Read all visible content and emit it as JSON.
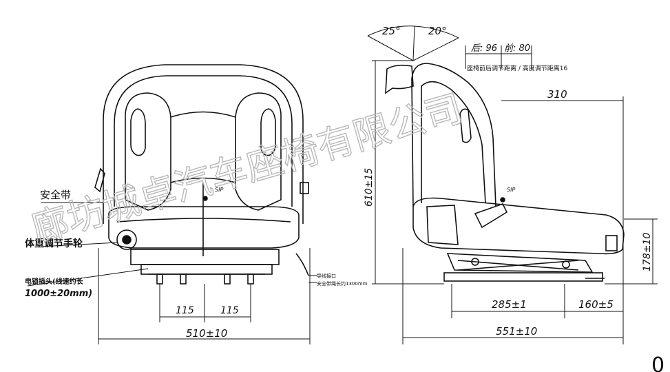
{
  "watermark": "廊坊城卓汽车座椅有限公司",
  "front_view": {
    "label_seatbelt": "安全带",
    "label_weight_knob": "体重调节手轮",
    "label_connector": "电锁插头(线速约长",
    "label_connector_len": "1000±20mm)",
    "label_sip": "SIP",
    "dim_left_115": "115",
    "dim_right_115": "115",
    "dim_width": "510±10",
    "note_mount_1": "导线接口",
    "note_mount_2": "安全带绳长约1300mm"
  },
  "side_view": {
    "angle_back": "25°",
    "angle_front": "20°",
    "adj_rear": "后: 96",
    "adj_front": "前: 80",
    "adj_note": "座椅前后调节距离 / 高度调节距离16",
    "dim_310": "310",
    "dim_height": "610±15",
    "dim_178": "178±10",
    "dim_285": "285±1",
    "dim_160": "160±5",
    "dim_depth": "551±10",
    "label_sip": "SIP"
  },
  "corner_mark": "0"
}
